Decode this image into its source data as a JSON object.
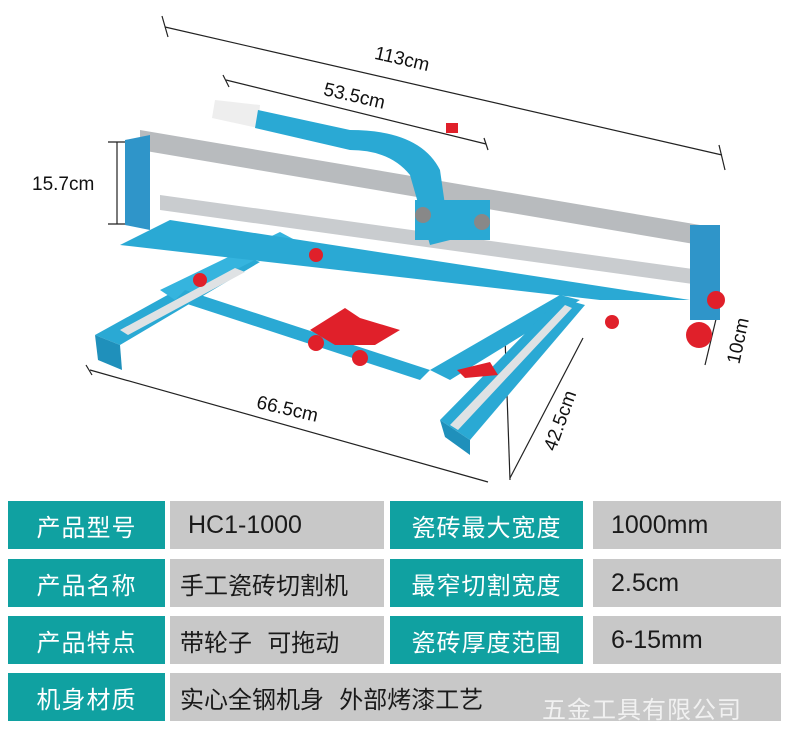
{
  "product_image": {
    "description": "Manual tile cutter, blue frame with steel rail, handle and red knobs",
    "colors": {
      "frame": "#2aa9d4",
      "accent_red": "#e0202a",
      "rail": "#c9cccf",
      "handle_grip": "#eeeeee"
    },
    "dimensions": {
      "total_length": "113cm",
      "handle_length": "53.5cm",
      "height": "15.7cm",
      "base_width": "66.5cm",
      "arm_length": "42.5cm",
      "wheel_height": "10cm"
    }
  },
  "specs": {
    "rows": [
      {
        "key1": "产品型号",
        "val1": "HC1-1000",
        "key2": "瓷砖最大宽度",
        "val2": "1000mm"
      },
      {
        "key1": "产品名称",
        "val1": "手工瓷砖切割机",
        "key2": "最窄切割宽度",
        "val2": "2.5cm"
      },
      {
        "key1": "产品特点",
        "val1": "带轮子  可拖动",
        "key2": "瓷砖厚度范围",
        "val2": "6-15mm"
      },
      {
        "key1": "机身材质",
        "val1": "实心全钢机身  外部烤漆工艺"
      }
    ],
    "key_color": "#10a1a1",
    "value_color": "#c8c8c8"
  },
  "watermark": "五金工具有限公司"
}
